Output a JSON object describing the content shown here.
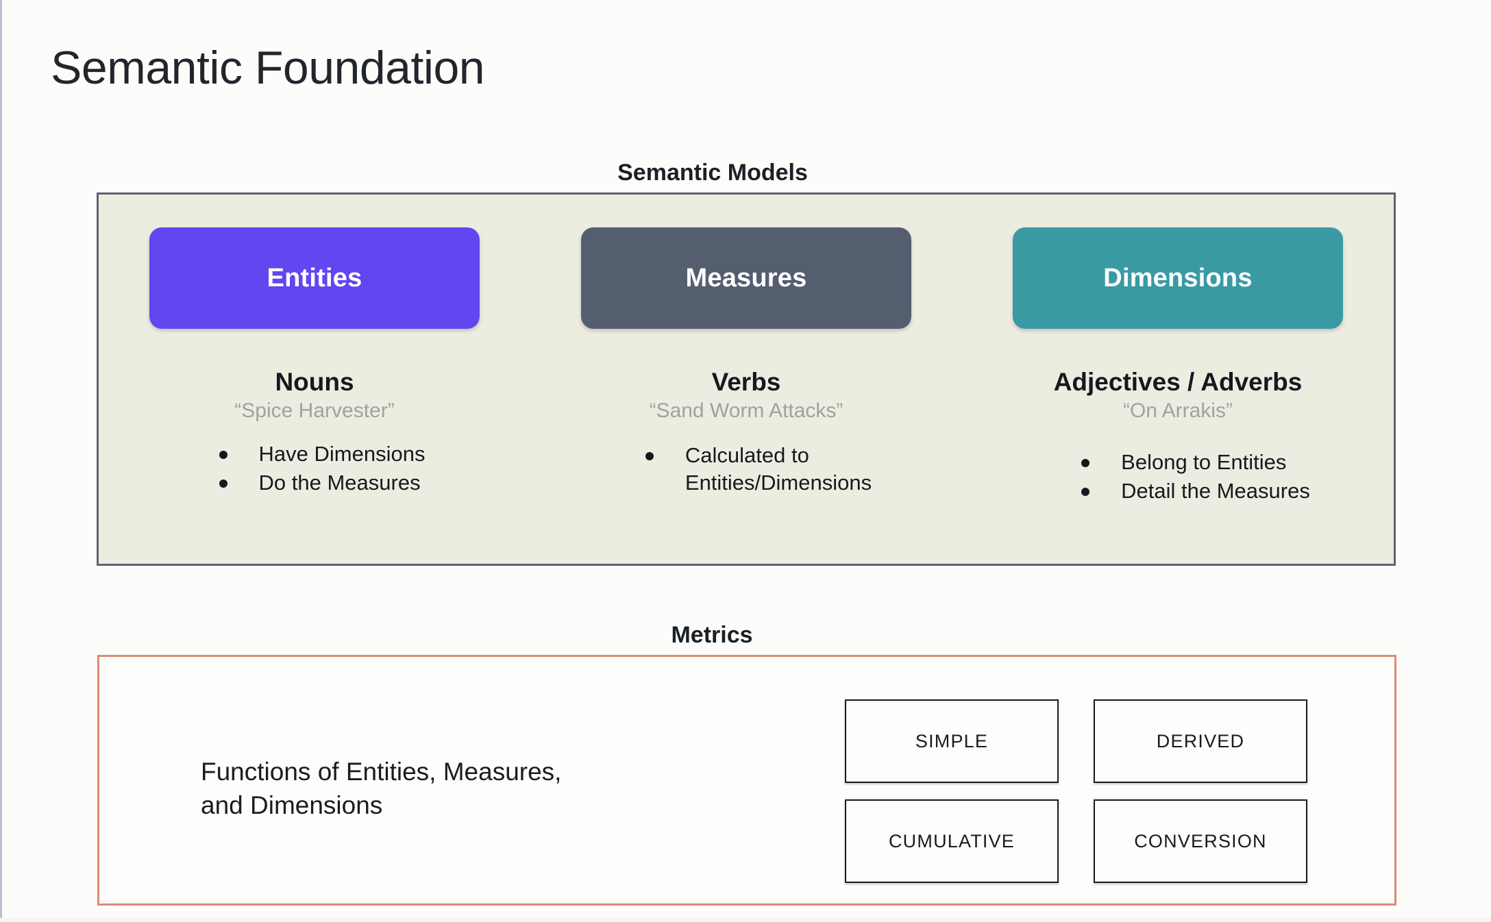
{
  "slide": {
    "title": "Semantic Foundation"
  },
  "semantic_models": {
    "caption": "Semantic Models",
    "panel_bg": "#edece1",
    "panel_border": "#5c6370",
    "pillars": [
      {
        "chip_label": "Entities",
        "chip_color": "#6246ef",
        "part_of_speech": "Nouns",
        "example": "“Spice Harvester”",
        "bullets": [
          "Have Dimensions",
          "Do the Measures"
        ]
      },
      {
        "chip_label": "Measures",
        "chip_color": "#555e6f",
        "part_of_speech": "Verbs",
        "example": "“Sand Worm Attacks”",
        "bullets": [
          "Calculated to\nEntities/Dimensions"
        ]
      },
      {
        "chip_label": "Dimensions",
        "chip_color": "#3a9aa4",
        "part_of_speech": "Adjectives / Adverbs",
        "example": "“On Arrakis”",
        "bullets": [
          "Belong to Entities",
          "Detail the Measures"
        ]
      }
    ]
  },
  "metrics": {
    "caption": "Metrics",
    "panel_border": "#dd8a70",
    "description": "Functions of Entities, Measures,\nand Dimensions",
    "types": [
      "SIMPLE",
      "DERIVED",
      "CUMULATIVE",
      "CONVERSION"
    ]
  }
}
